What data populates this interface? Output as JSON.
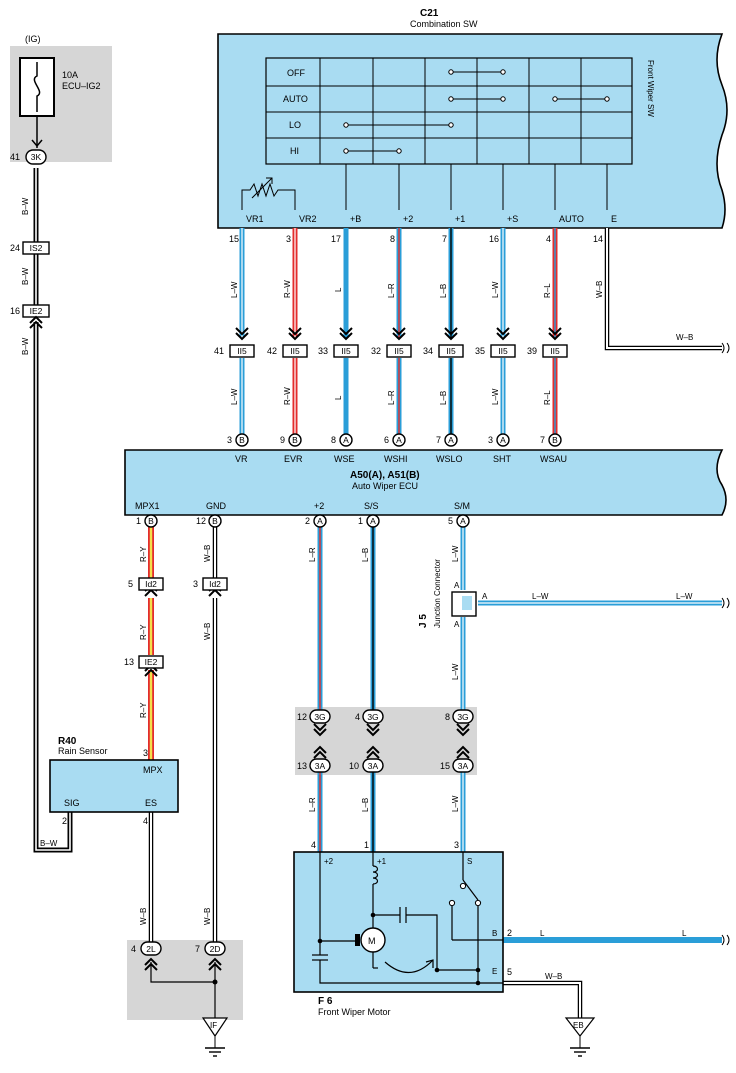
{
  "fuse": {
    "circuit": "(IG)",
    "rating": "10A",
    "name": "ECU–IG2"
  },
  "combo_sw": {
    "id": "C21",
    "name": "Combination SW",
    "side": "Front Wiper SW",
    "rows": [
      "OFF",
      "AUTO",
      "LO",
      "HI"
    ],
    "terminals": [
      "VR1",
      "VR2",
      "+B",
      "+2",
      "+1",
      "+S",
      "AUTO",
      "E"
    ]
  },
  "ecu": {
    "id": "A50(A), A51(B)",
    "name": "Auto Wiper ECU",
    "top_terms": [
      "VR",
      "EVR",
      "WSE",
      "WSHI",
      "WSLO",
      "SHT",
      "WSAU"
    ],
    "bottom_terms": [
      "MPX1",
      "GND",
      "+2",
      "S/S",
      "S/M"
    ]
  },
  "rain": {
    "id": "R40",
    "name": "Rain Sensor",
    "t_mpx": "MPX",
    "t_sig": "SIG",
    "t_es": "ES"
  },
  "jc": {
    "id": "J 5",
    "name": "Junction Connector",
    "a": "A"
  },
  "motor": {
    "id": "F 6",
    "name": "Front Wiper Motor",
    "t2": "+2",
    "t1": "+1",
    "ts": "S",
    "tb": "B",
    "te": "E",
    "m": "M"
  },
  "grounds": [
    "IF",
    "EB"
  ],
  "wires": {
    "bw": "B–W",
    "lw": "L–W",
    "rw": "R–W",
    "l": "L",
    "lr": "L–R",
    "lb": "L–B",
    "rl": "R–L",
    "wb": "W–B",
    "ry": "R–Y"
  },
  "connectors": {
    "c3k": "3K",
    "is2": "IS2",
    "ie2": "IE2",
    "ii5": "II5",
    "id2": "Id2",
    "g3g": "3G",
    "g3a": "3A",
    "c2l": "2L",
    "c2d": "2D",
    "pA": "A",
    "pB": "B"
  },
  "pins": {
    "p41": "41",
    "p24": "24",
    "p16": "16",
    "sw": [
      "15",
      "3",
      "17",
      "8",
      "7",
      "16",
      "4",
      "14"
    ],
    "ii5": [
      "41",
      "42",
      "33",
      "32",
      "34",
      "35",
      "39"
    ],
    "ecu_top": [
      "3",
      "9",
      "8",
      "6",
      "7",
      "3",
      "7"
    ],
    "ecu_bot": [
      "1",
      "12",
      "2",
      "1",
      "5"
    ],
    "id2a": "5",
    "ie2b": "13",
    "id2b": "3",
    "g3g": [
      "12",
      "4",
      "8"
    ],
    "g3a": [
      "13",
      "10",
      "15"
    ],
    "motor_pins": [
      "4",
      "1",
      "3"
    ],
    "motor_b": "2",
    "motor_e": "5",
    "rain_mpx": "3",
    "rain_sig": "2",
    "rain_es": "4",
    "c2l": "4",
    "c2d": "7"
  }
}
